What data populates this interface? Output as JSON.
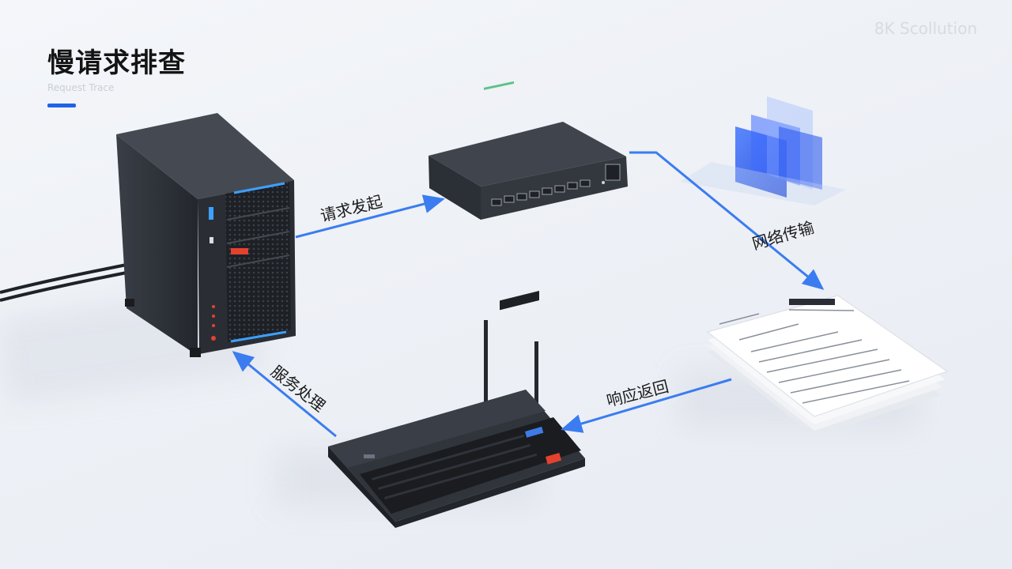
{
  "header": {
    "title": "慢请求排查",
    "subtitle": "Request Trace",
    "watermark": "8K Scollution"
  },
  "flow": {
    "step1": "请求发起",
    "step2": "网络传输",
    "step3": "响应返回",
    "step4": "服务处理"
  },
  "devices": [
    "server-tower",
    "network-switch",
    "data-layers",
    "log-documents",
    "router-keyboard"
  ],
  "colors": {
    "accent": "#1f63e6",
    "arrow": "#3b7cf0",
    "device_dark": "#2b2f36",
    "led_blue": "#3da0ff",
    "led_red": "#e5412f"
  }
}
